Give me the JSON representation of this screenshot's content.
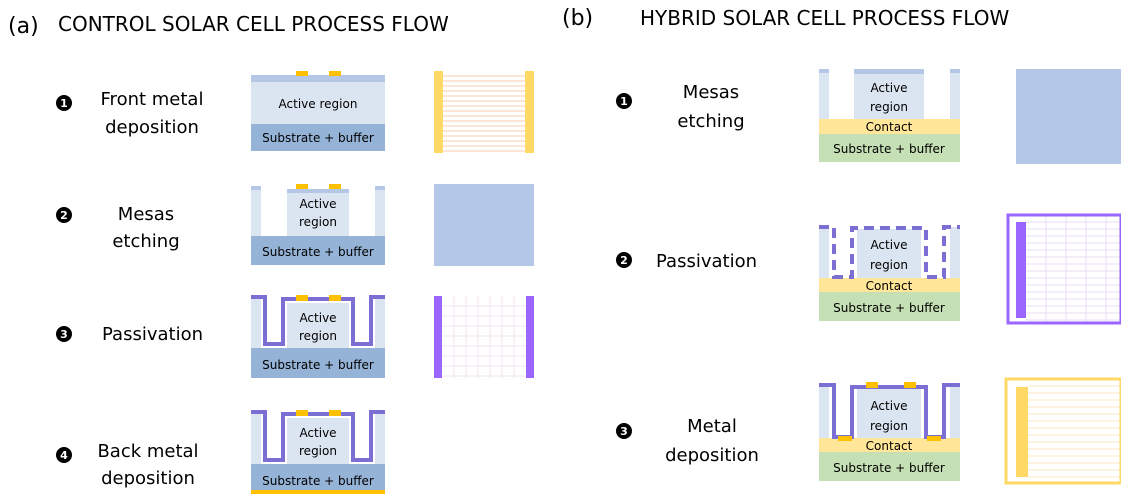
{
  "panels": [
    {
      "id": "a",
      "tag": "(a)",
      "title": "CONTROL SOLAR CELL PROCESS FLOW",
      "steps": [
        {
          "number": "1",
          "label_lines": [
            "Front metal",
            "deposition"
          ]
        },
        {
          "number": "2",
          "label_lines": [
            "Mesas",
            "etching"
          ]
        },
        {
          "number": "3",
          "label_lines": [
            "Passivation"
          ]
        },
        {
          "number": "4",
          "label_lines": [
            "Back metal",
            "deposition"
          ]
        }
      ]
    },
    {
      "id": "b",
      "tag": "(b)",
      "title": "HYBRID SOLAR CELL PROCESS FLOW",
      "steps": [
        {
          "number": "1",
          "label_lines": [
            "Mesas",
            "etching"
          ]
        },
        {
          "number": "2",
          "label_lines": [
            "Passivation"
          ]
        },
        {
          "number": "3",
          "label_lines": [
            "Metal",
            "deposition"
          ]
        }
      ]
    }
  ],
  "layer_labels": {
    "active_one_line": "Active region",
    "active_line1": "Active",
    "active_line2": "region",
    "substrate": "Substrate + buffer",
    "contact": "Contact"
  },
  "colors": {
    "active": "#dbe5f1",
    "substrate": "#95b3d7",
    "substrate_light": "#b8cce4",
    "contact": "#ffe699",
    "green_substrate": "#c5e0b4",
    "metal": "#ffc000",
    "passivation": "#7c6fd3",
    "passivation_dark": "#9966ff",
    "mesa_top": "#b4c7e7",
    "top_view_plain": "#b4c7e7",
    "grid_line": "#f4b183",
    "text": "#000000"
  }
}
